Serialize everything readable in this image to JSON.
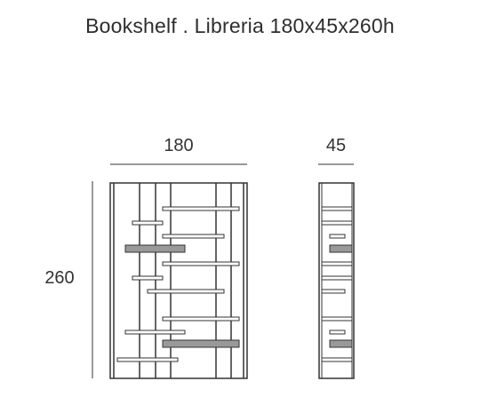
{
  "title": "Bookshelf . Libreria 180x45x260h",
  "dimensions": {
    "width": "180",
    "depth": "45",
    "height": "260"
  },
  "colors": {
    "line": "#333333",
    "shelf_fill": "#ffffff",
    "shelf_highlight": "#999999"
  }
}
